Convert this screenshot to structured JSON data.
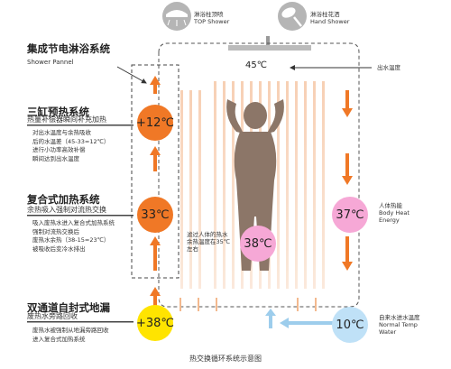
{
  "top": {
    "top_shower_cn": "淋浴柱顶喷",
    "top_shower_en": "TOP Shower",
    "hand_shower_cn": "淋浴柱花洒",
    "hand_shower_en": "Hand Shower"
  },
  "sections": {
    "shower_panel_cn": "集成节电淋浴系统",
    "shower_panel_en": "Shower Pannel",
    "tri_title": "三缸预热系统",
    "tri_sub": "热量补偿器瞬间补充加热",
    "tri_desc": [
      "对出水温度与余热吸收",
      "后的水温差（45-33=12℃）",
      "进行小功率高效补偿",
      "瞬间达到出水温度"
    ],
    "comp_title": "复合式加热系统",
    "comp_sub": "余热吸入强制对流热交换",
    "comp_desc": [
      "吸入废热水进入复合式加热系统",
      "强制对流热交换后",
      "废热水余热（38-15=23℃）",
      "被吸收后变冷水排出"
    ],
    "dual_title": "双通道自封式地漏",
    "dual_sub": "废热水旁路回收",
    "dual_desc": [
      "废热水被强制从地漏旁路回收",
      "进入复合式加热系统"
    ]
  },
  "temps": {
    "outlet": "45℃",
    "t12": "+12℃",
    "t33": "33℃",
    "t37": "37℃",
    "t38": "38℃",
    "t38plus": "+38℃",
    "t10": "10℃"
  },
  "labels": {
    "outlet": "出水温度",
    "body_heat_cn": "人体热能",
    "body_heat_en1": "Body Heat",
    "body_heat_en2": "Energy",
    "drain_note": [
      "滤过人体的热水",
      "余热温度在35℃",
      "左右"
    ],
    "cold_cn": "自来水进水温度",
    "cold_en1": "Normal Temp",
    "cold_en2": "Water",
    "caption": "热交换循环系统示意图"
  },
  "colors": {
    "accent_orange": "#f07826",
    "pink": "#f6a8d6",
    "yellow": "#ffe400",
    "cold_blue": "#bfe1f7"
  }
}
